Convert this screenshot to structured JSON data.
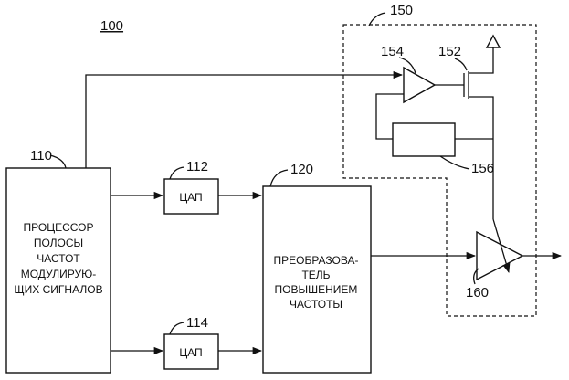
{
  "figure_label": "100",
  "blocks": {
    "processor": {
      "ref": "110",
      "lines": [
        "ПРОЦЕССОР",
        "ПОЛОСЫ",
        "ЧАСТОТ",
        "МОДУЛИРУЮ-",
        "ЩИХ СИГНАЛОВ"
      ]
    },
    "dac_top": {
      "ref": "112",
      "label": "ЦАП"
    },
    "dac_bottom": {
      "ref": "114",
      "label": "ЦАП"
    },
    "upconverter": {
      "ref": "120",
      "lines": [
        "ПРЕОБРАЗОВА-",
        "ТЕЛЬ",
        "ПОВЫШЕНИЕМ",
        "ЧАСТОТЫ"
      ]
    },
    "bias_circuit": {
      "ref": "150"
    },
    "transistor": {
      "ref": "152"
    },
    "opamp": {
      "ref": "154"
    },
    "sense_block": {
      "ref": "156"
    },
    "power_amp": {
      "ref": "160"
    }
  }
}
